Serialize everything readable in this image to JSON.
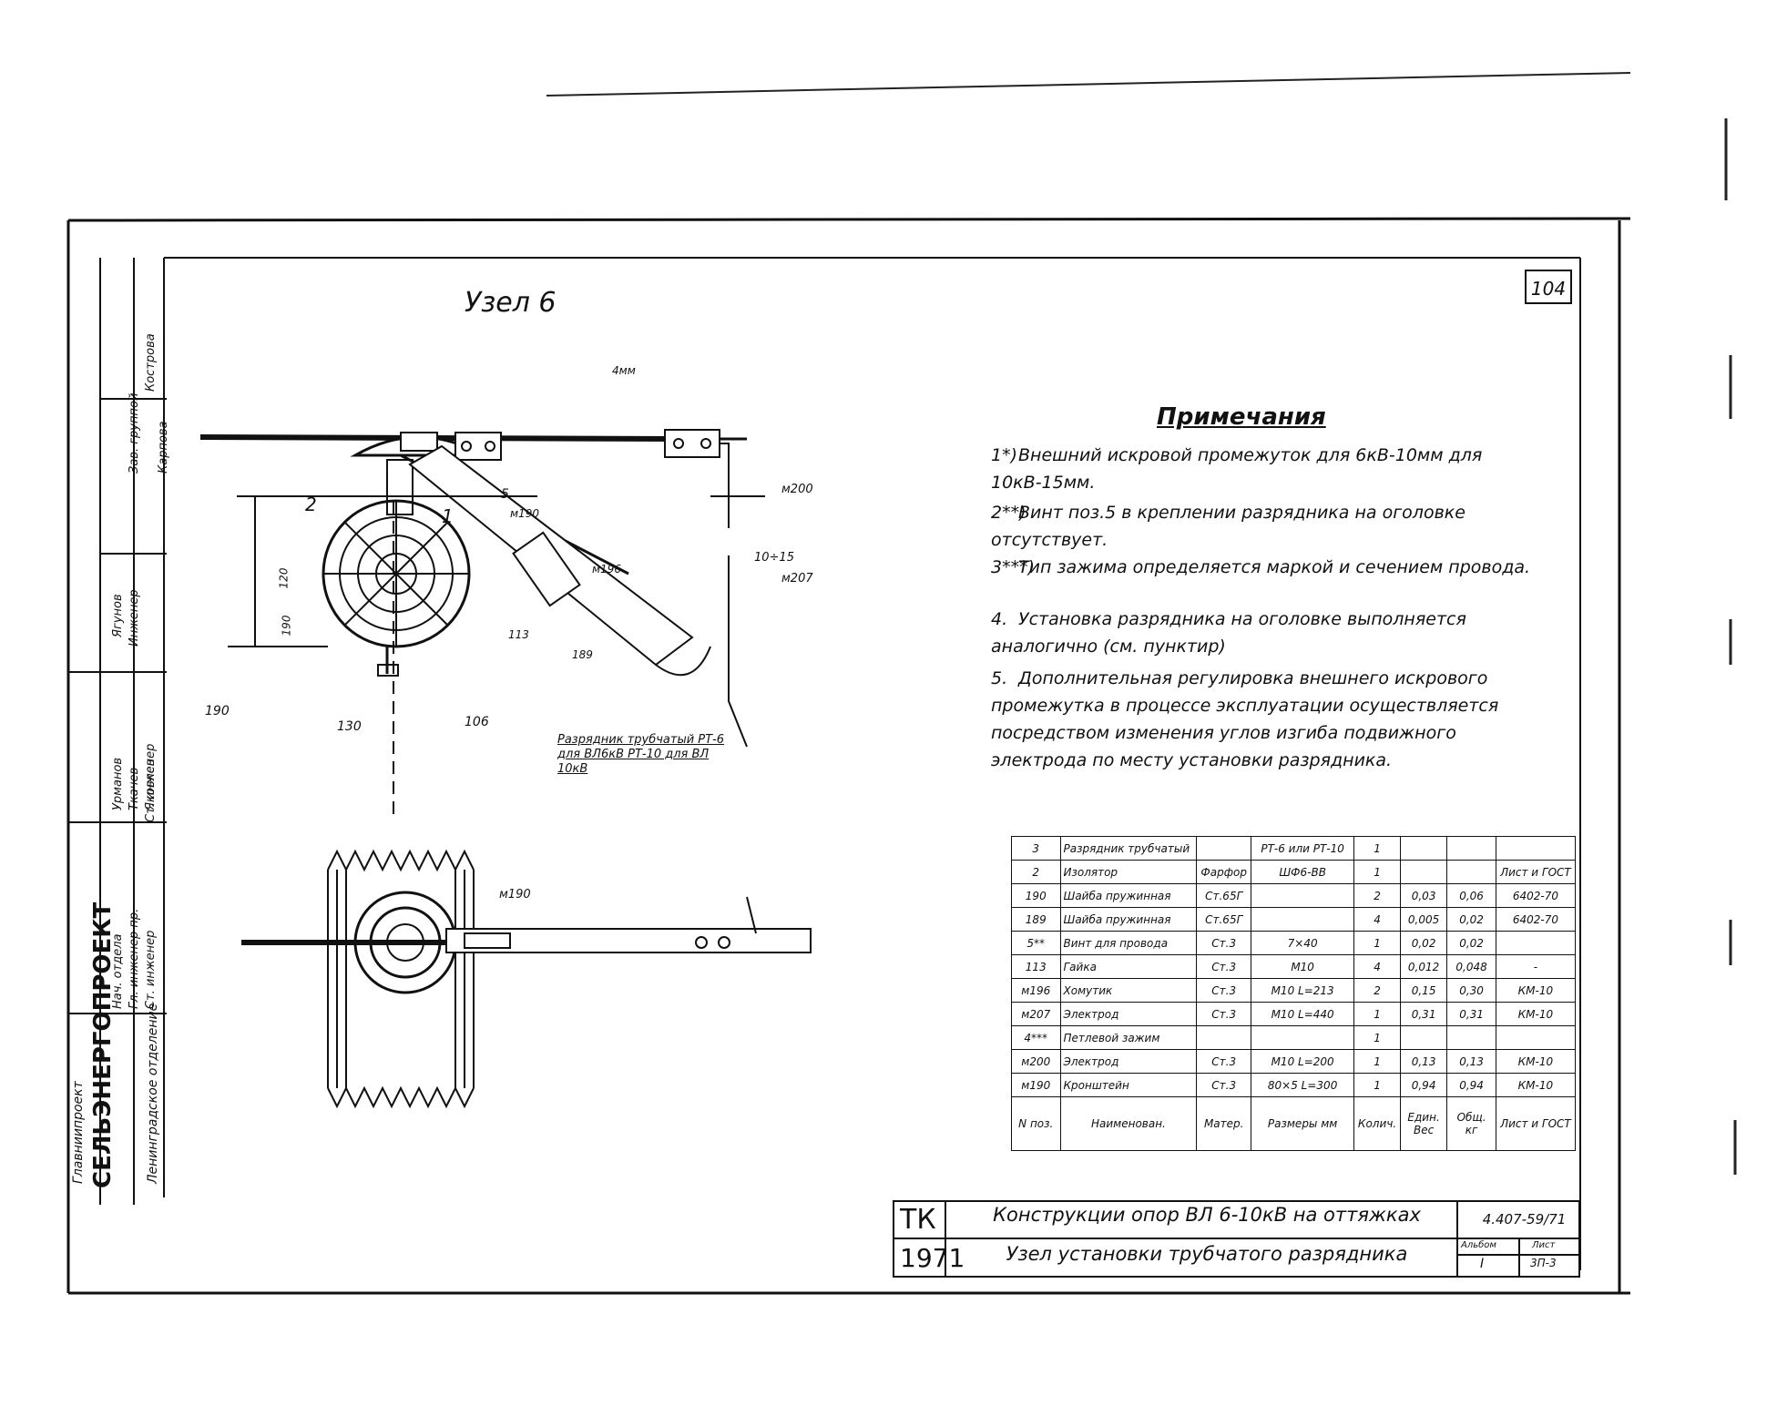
{
  "sheet": {
    "title": "Узел 6",
    "page_number": "104"
  },
  "drawing_labels": {
    "l_2": "2",
    "l_1": "1",
    "l_5": "5",
    "l_m190": "м190",
    "l_120": "120",
    "l_190": "190",
    "l_190b": "190",
    "l_130": "130",
    "l_106": "106",
    "l_m196": "м196",
    "l_113": "113",
    "l_189": "189",
    "l_m200": "м200",
    "l_m207": "м207",
    "l_1015": "10÷15",
    "l_dmm": "4мм",
    "l_m190b": "м190",
    "callout": "Разрядник трубчатый РТ-6 для ВЛ6кВ РТ-10 для ВЛ 10кВ"
  },
  "notes": {
    "title": "Примечания",
    "items": [
      {
        "num": "1*)",
        "text": "Внешний искровой промежуток для 6кВ-10мм для 10кВ-15мм."
      },
      {
        "num": "2**)",
        "text": "Винт поз.5 в креплении разрядника на оголовке отсутствует."
      },
      {
        "num": "3***)",
        "text": "Тип зажима определяется маркой и сечением провода."
      },
      {
        "num": "4.",
        "text": "Установка разрядника на оголовке выполняется аналогично (см. пунктир)"
      },
      {
        "num": "5.",
        "text": "Дополнительная регулировка внешнего искрового промежутка в процессе эксплуатации осуществляется посредством изменения углов изгиба подвижного электрода по месту установки разрядника."
      }
    ]
  },
  "spec_table": {
    "header": [
      "N поз.",
      "Наименован.",
      "Матер.",
      "Размеры мм",
      "Колич.",
      "Един. Вес",
      "Общ. кг",
      "Лист и ГОСТ"
    ],
    "rows": [
      [
        "3",
        "Разрядник трубчатый",
        "",
        "РТ-6 или РТ-10",
        "1",
        "",
        "",
        ""
      ],
      [
        "2",
        "Изолятор",
        "Фарфор",
        "ШФ6-ВВ",
        "1",
        "",
        "",
        "Лист и ГОСТ"
      ],
      [
        "190",
        "Шайба пружинная",
        "Ст.65Г",
        "",
        "2",
        "0,03",
        "0,06",
        "6402-70"
      ],
      [
        "189",
        "Шайба пружинная",
        "Ст.65Г",
        "",
        "4",
        "0,005",
        "0,02",
        "6402-70"
      ],
      [
        "5**",
        "Винт для провода",
        "Ст.3",
        "7×40",
        "1",
        "0,02",
        "0,02",
        ""
      ],
      [
        "113",
        "Гайка",
        "Ст.3",
        "М10",
        "4",
        "0,012",
        "0,048",
        "-"
      ],
      [
        "м196",
        "Хомутик",
        "Ст.3",
        "М10 L=213",
        "2",
        "0,15",
        "0,30",
        "КМ-10"
      ],
      [
        "м207",
        "Электрод",
        "Ст.3",
        "М10 L=440",
        "1",
        "0,31",
        "0,31",
        "КМ-10"
      ],
      [
        "4***",
        "Петлевой зажим",
        "",
        "",
        "1",
        "",
        "",
        ""
      ],
      [
        "м200",
        "Электрод",
        "Ст.3",
        "М10 L=200",
        "1",
        "0,13",
        "0,13",
        "КМ-10"
      ],
      [
        "м190",
        "Кронштейн",
        "Ст.3",
        "80×5 L=300",
        "1",
        "0,94",
        "0,94",
        "КМ-10"
      ]
    ]
  },
  "title_block": {
    "code": "ТК",
    "year": "1971",
    "title_line1": "Конструкции опор ВЛ 6-10кВ на оттяжках",
    "title_line2": "Узел установки трубчатого разрядника",
    "doc_number": "4.407-59/71",
    "album_label": "Альбом",
    "album_value": "I",
    "sheet_label": "Лист",
    "sheet_value": "3П-3"
  },
  "side_stamp": {
    "org": "СЕЛЬЭНЕРГОПРОЕКТ",
    "org_sub": "Главниипроект",
    "dept": "Ленинградское отделение",
    "roles": [
      "Нач. отдела",
      "Гл. инженер пр.",
      "Ст. инженер",
      "Ст. инженер",
      "Инженер",
      "Зав. группой"
    ],
    "names": [
      "Урманов",
      "Ткачев",
      "Яковлев",
      "Ягунов",
      "Кострова",
      "Карпова"
    ]
  }
}
